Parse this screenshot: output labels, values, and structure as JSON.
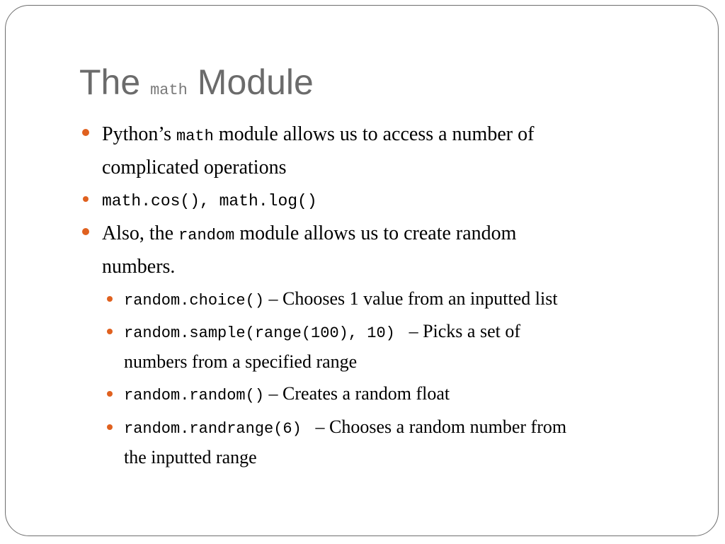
{
  "title": {
    "pre": "The",
    "code": "math",
    "post": "Module"
  },
  "bullets": {
    "b1": {
      "pre": "Python’s ",
      "code": "math",
      "line1_rest": " module allows us to access a number of",
      "line2": "complicated operations"
    },
    "b2": {
      "code": "math.cos(), math.log()"
    },
    "b3": {
      "pre": "Also, the ",
      "code": "random",
      "line1_rest": " module allows us to create random",
      "line2": "numbers."
    },
    "s1": {
      "code": "random.choice()",
      "text": " – Chooses 1 value from an inputted list"
    },
    "s2": {
      "code": "random.sample(range(100), 10) ",
      "text": " – Picks a set of",
      "line2": "numbers from a specified range"
    },
    "s3": {
      "code": "random.random()",
      "text": " – Creates a random float"
    },
    "s4": {
      "code": "random.randrange(6) ",
      "text": " – Chooses a random number from",
      "line2": "the inputted range"
    }
  },
  "colors": {
    "bullet_accent": "#e0611f",
    "title": "#6b6b6b"
  }
}
